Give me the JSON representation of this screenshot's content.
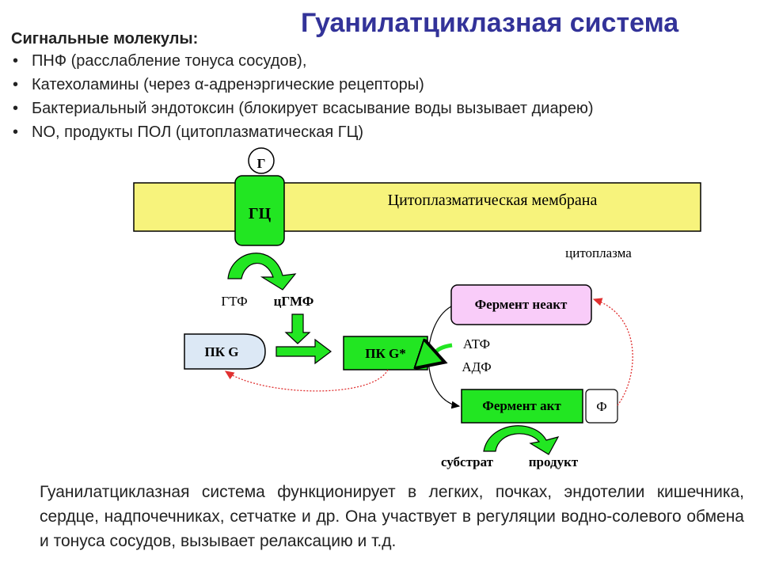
{
  "title": "Гуанилатциклазная система",
  "signals": {
    "heading": "Сигнальные молекулы:",
    "items": [
      "ПНФ (расслабление тонуса сосудов),",
      "Катехоламины (через α-адренэргические рецепторы)",
      "Бактериальный эндотоксин (блокирует всасывание воды вызывает диарею)",
      "NO, продукты ПОЛ (цитоплазматическая ГЦ)"
    ]
  },
  "diagram": {
    "ligand": "Г",
    "enzyme": "ГЦ",
    "membrane": "Цитоплазматическая мембрана",
    "cytoplasm": "цитоплазма",
    "gtp": "ГТФ",
    "cgmp": "цГМФ",
    "pkg": "ПК G",
    "pkg_active": "ПК G*",
    "enzyme_inactive": "Фермент неакт",
    "enzyme_active": "Фермент акт",
    "atp": "АТФ",
    "adp": "АДФ",
    "phosphate": "Ф",
    "substrate": "субстрат",
    "product": "продукт"
  },
  "footer": "Гуанилатциклазная система функционирует в легких, почках, эндотелии кишечника, сердце, надпочечниках, сетчатке и др. Она участвует в регуляции водно-солевого обмена и тонуса сосудов, вызывает релаксацию и т.д.",
  "colors": {
    "title": "#333399",
    "membrane": "#F7F37C",
    "green": "#22E622",
    "pink": "#F9CCF9",
    "pkg_fill": "#DCE8F5",
    "dotted_arrow": "#E03030"
  }
}
